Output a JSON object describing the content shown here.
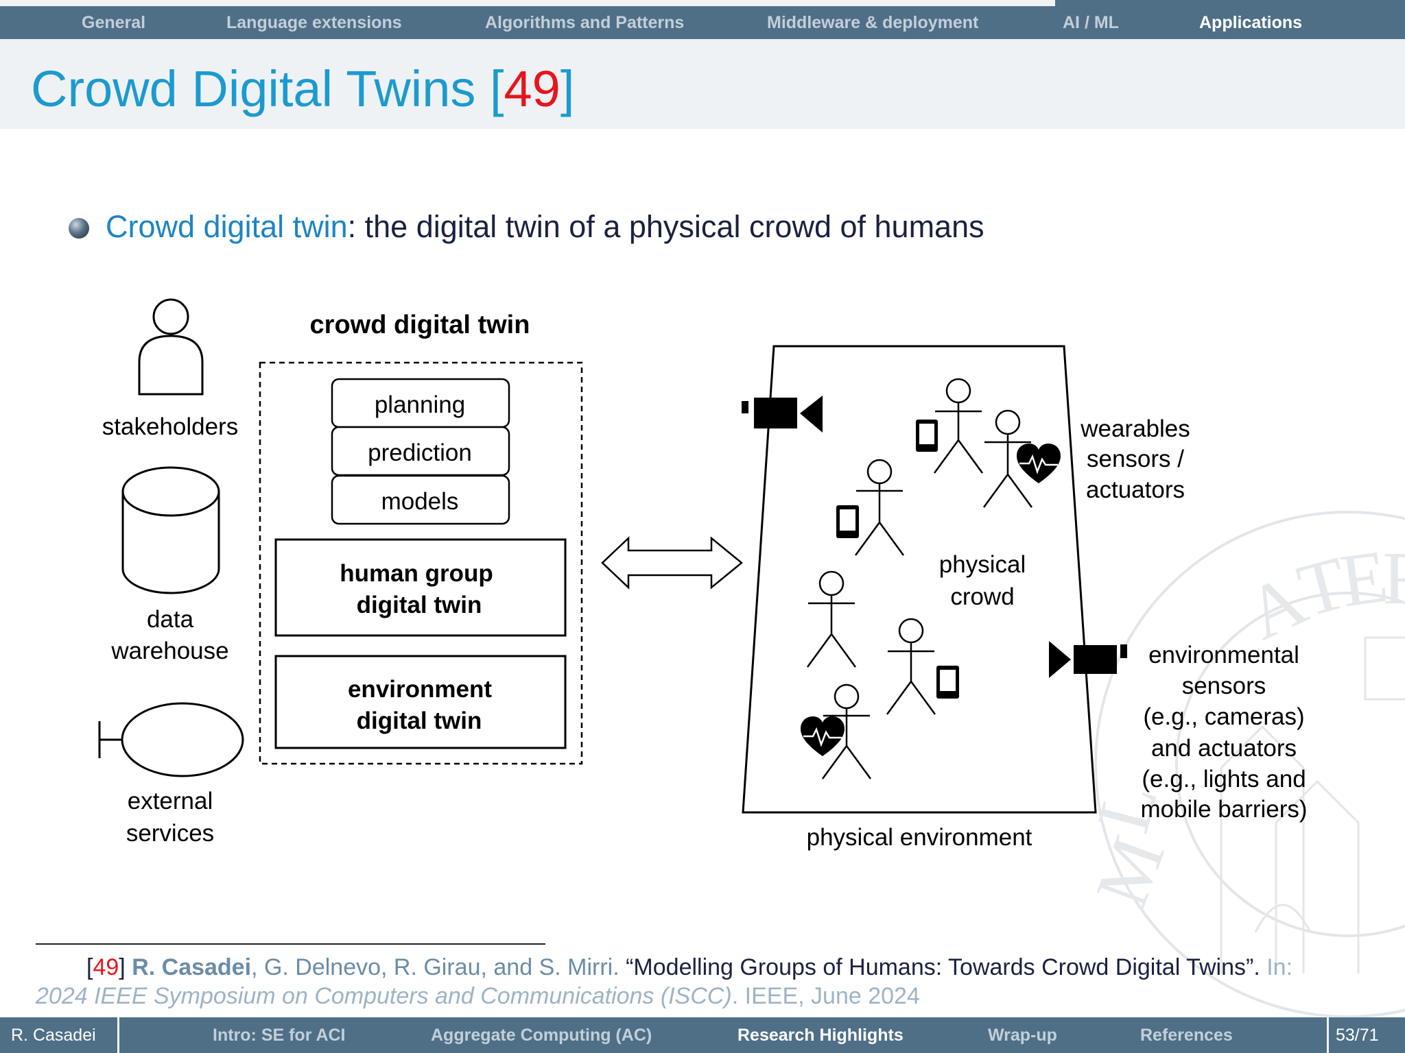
{
  "top_nav": {
    "items": [
      {
        "label": "General"
      },
      {
        "label": "Language extensions"
      },
      {
        "label": "Algorithms and Patterns"
      },
      {
        "label": "Middleware & deployment"
      },
      {
        "label": "AI / ML"
      },
      {
        "label": "Applications"
      }
    ],
    "active": "Applications"
  },
  "slide": {
    "title": "Crowd Digital Twins [",
    "title_ref": "49",
    "title_close": "]",
    "bullet_term": "Crowd digital twin",
    "bullet_rest": ": the digital twin of a physical crowd of humans"
  },
  "diagram": {
    "header": "crowd digital twin",
    "left_labels": {
      "stakeholders": "stakeholders",
      "data_1": "data",
      "data_2": "warehouse",
      "ext_1": "external",
      "ext_2": "services"
    },
    "stack": [
      "planning",
      "prediction",
      "models"
    ],
    "human_twin": [
      "human group",
      "digital twin"
    ],
    "env_twin": [
      "environment",
      "digital twin"
    ],
    "physical_crowd": [
      "physical",
      "crowd"
    ],
    "physical_env": "physical environment",
    "wearables": [
      "wearables",
      "sensors /",
      "actuators"
    ],
    "env_sensors": [
      "environmental",
      "sensors",
      "(e.g., cameras)",
      "and actuators",
      "(e.g., lights and",
      "mobile barriers)"
    ]
  },
  "citation": {
    "open": "[",
    "num": "49",
    "close": "] ",
    "author_bold": "R. Casadei",
    "authors_rest": ", G. Delnevo, R. Girau, and S. Mirri. ",
    "paper_title": "“Modelling Groups of Humans: Towards Crowd Digital Twins”. ",
    "in": "In:",
    "venue": "2024 IEEE Symposium on Computers and Communications (ISCC)",
    "publisher": ". IEEE, June 2024"
  },
  "bottom_nav": {
    "author": "R. Casadei",
    "sections": [
      {
        "label": "Intro: SE for ACI"
      },
      {
        "label": "Aggregate Computing (AC)"
      },
      {
        "label": "Research Highlights"
      },
      {
        "label": "Wrap-up"
      },
      {
        "label": "References"
      }
    ],
    "active": "Research Highlights",
    "page": "53/71"
  }
}
